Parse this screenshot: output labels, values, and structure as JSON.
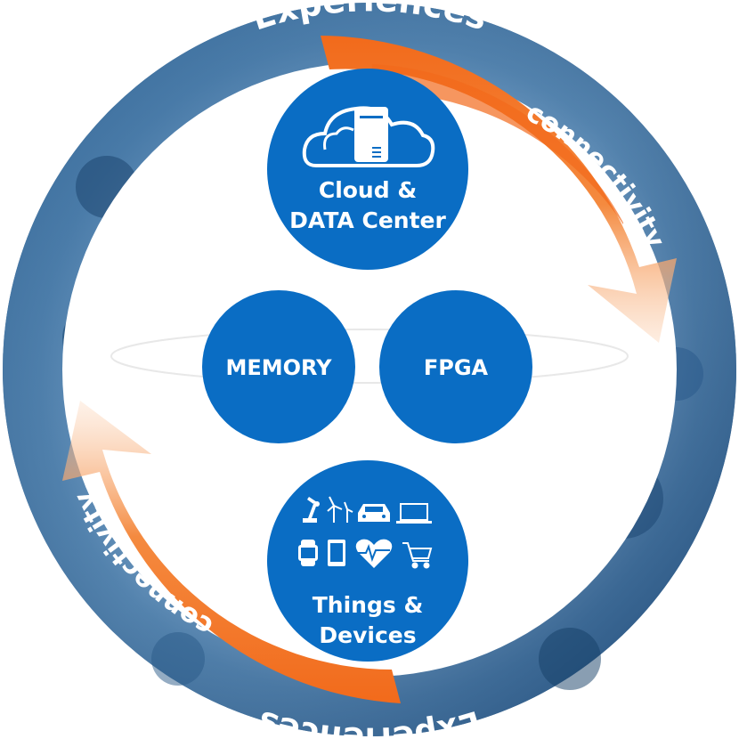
{
  "ring": {
    "top_label": "Experiences",
    "bottom_label": "Experiences"
  },
  "flows": {
    "right_label": "connectivity",
    "left_label": "connectivity"
  },
  "nodes": {
    "cloud": {
      "line1": "Cloud &",
      "line2": "DATA Center"
    },
    "memory": {
      "label": "MEMORY"
    },
    "fpga": {
      "label": "FPGA"
    },
    "things": {
      "line1": "Things &",
      "line2": "Devices"
    }
  },
  "icons": [
    "cloud-server-icon",
    "robot-arm-icon",
    "wind-turbine-icon",
    "car-icon",
    "laptop-icon",
    "smartwatch-icon",
    "tablet-icon",
    "heart-rate-icon",
    "shopping-cart-icon"
  ],
  "colors": {
    "ring_blue": "#1f5e94",
    "node_blue": "#0a6dc4",
    "arrow_orange": "#f26a1b"
  }
}
